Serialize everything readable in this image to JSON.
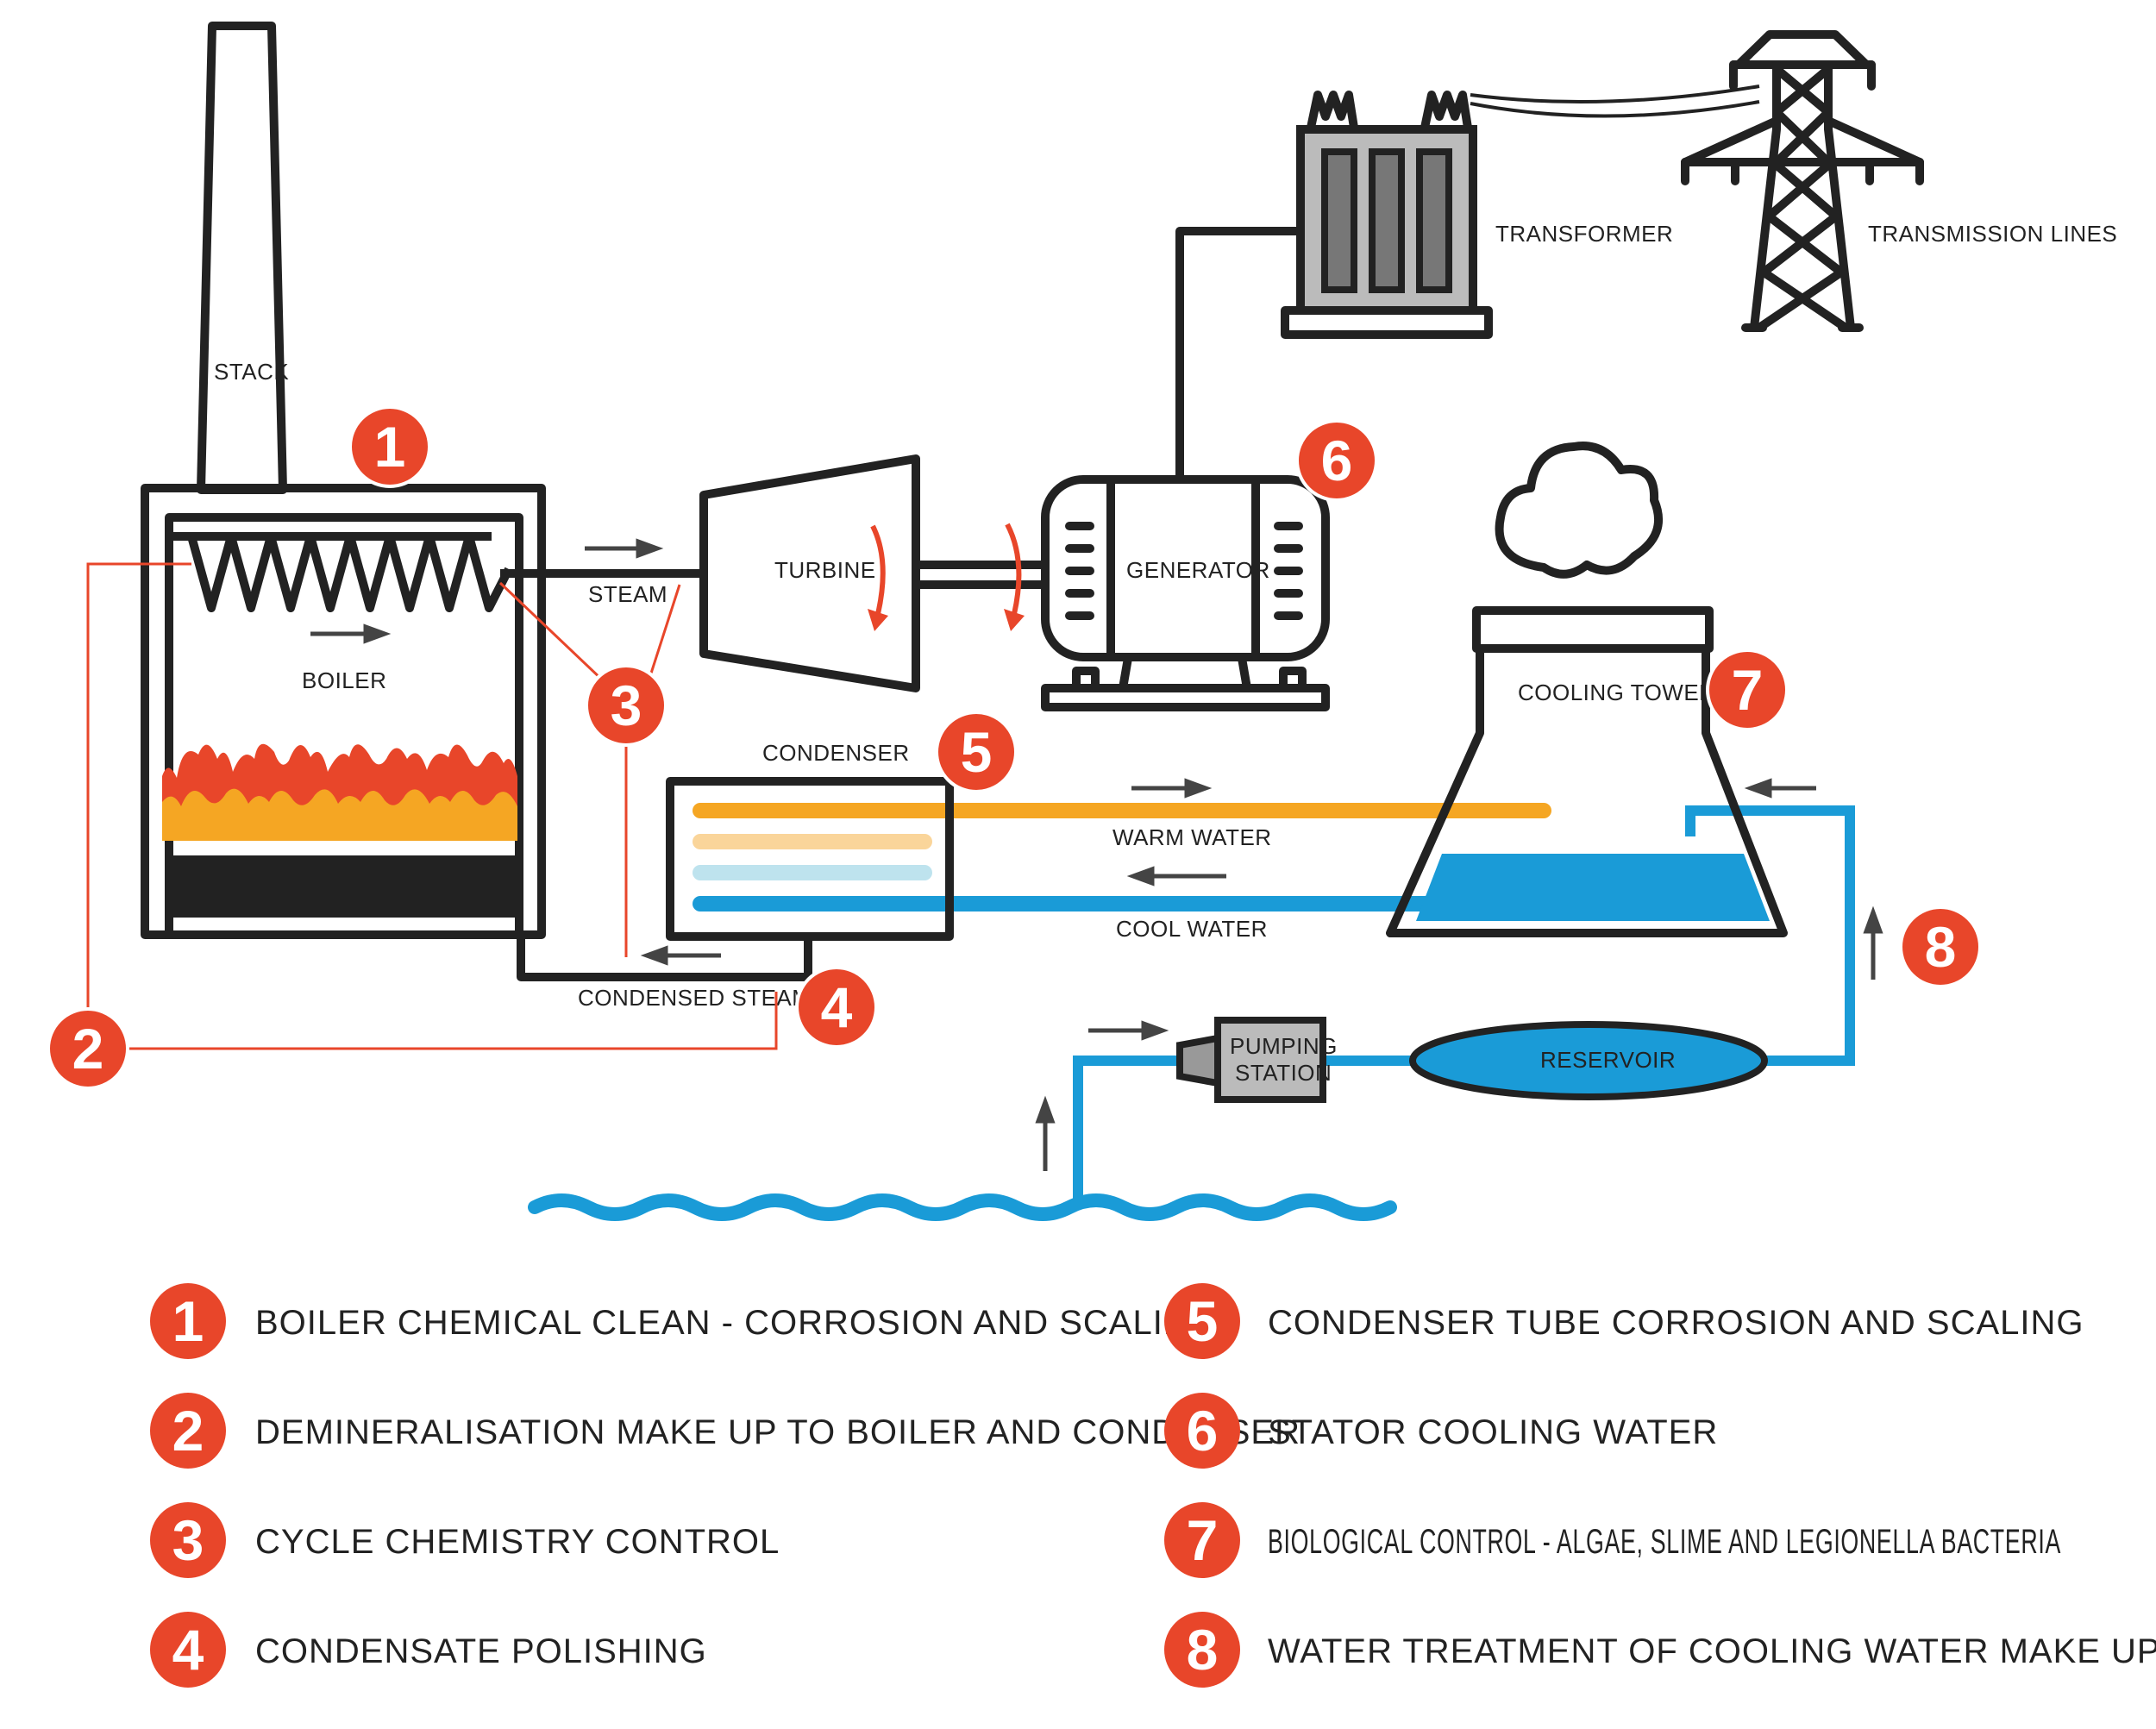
{
  "colors": {
    "accent": "#E8462A",
    "outline": "#222222",
    "warm_water": "#F5A623",
    "cool_water": "#1A9BD7",
    "flame_outer": "#E8462A",
    "flame_inner": "#F5A623",
    "arrow": "#444444"
  },
  "labels": {
    "stack": "STACK",
    "boiler": "BOILER",
    "steam": "STEAM",
    "turbine": "TURBINE",
    "generator": "GENERATOR",
    "transformer": "TRANSFORMER",
    "transmission_lines": "TRANSMISSION LINES",
    "condenser": "CONDENSER",
    "condensed_steam": "CONDENSED STEAM",
    "warm_water": "WARM WATER",
    "cool_water": "COOL WATER",
    "cooling_tower": "COOLING TOWER",
    "pumping_station_line1": "PUMPING",
    "pumping_station_line2": "STATION",
    "reservoir": "RESERVOIR"
  },
  "markers": [
    "1",
    "2",
    "3",
    "4",
    "5",
    "6",
    "7",
    "8"
  ],
  "legend": [
    {
      "number": "1",
      "text": "BOILER CHEMICAL CLEAN - CORROSION AND SCALING"
    },
    {
      "number": "2",
      "text": "DEMINERALISATION MAKE UP TO BOILER AND CONDENSER"
    },
    {
      "number": "3",
      "text": "CYCLE CHEMISTRY CONTROL"
    },
    {
      "number": "4",
      "text": "CONDENSATE POLISHING"
    },
    {
      "number": "5",
      "text": "CONDENSER TUBE CORROSION AND SCALING"
    },
    {
      "number": "6",
      "text": "STATOR COOLING WATER"
    },
    {
      "number": "7",
      "text": "BIOLOGICAL CONTROL - ALGAE, SLIME AND LEGIONELLA BACTERIA"
    },
    {
      "number": "8",
      "text": "WATER TREATMENT OF COOLING WATER MAKE UP"
    }
  ]
}
